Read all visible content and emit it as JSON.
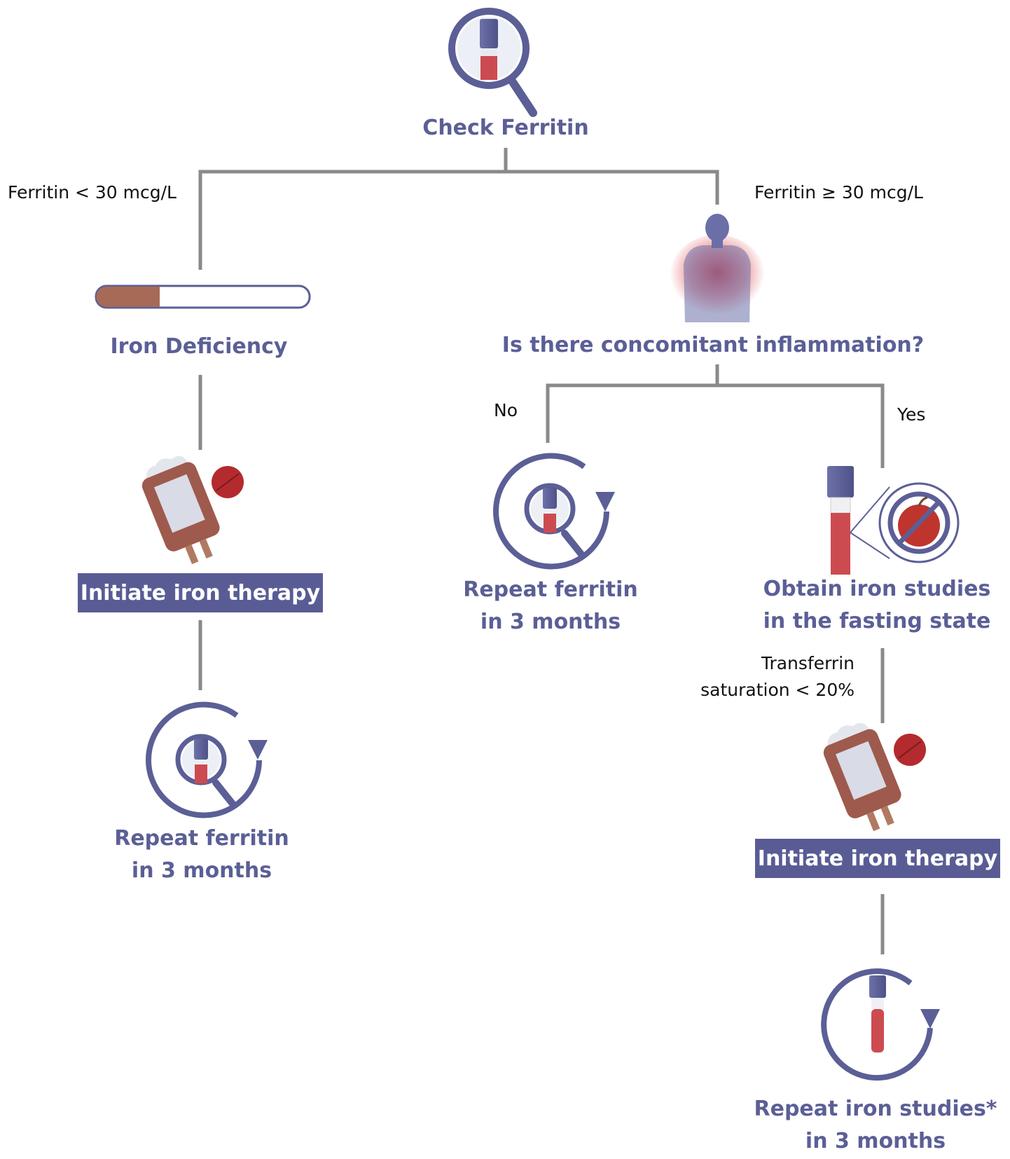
{
  "nodes": {
    "check_ferritin": "Check Ferritin",
    "iron_deficiency": "Iron Deficiency",
    "inflammation_question": "Is there concomitant inflammation?",
    "initiate_left": "Initiate iron therapy",
    "repeat_left_line1": "Repeat ferritin",
    "repeat_left_line2": "in 3 months",
    "repeat_mid_line1": "Repeat ferritin",
    "repeat_mid_line2": "in 3 months",
    "obtain_line1": "Obtain iron studies",
    "obtain_line2": "in the fasting state",
    "initiate_right": "Initiate iron therapy",
    "repeat_right_line1": "Repeat iron studies*",
    "repeat_right_line2": "in 3 months"
  },
  "edges": {
    "ferritin_low": "Ferritin < 30 mcg/L",
    "ferritin_high": "Ferritin ≥ 30 mcg/L",
    "no": "No",
    "yes": "Yes",
    "tsat_line1": "Transferrin",
    "tsat_line2": "saturation < 20%"
  },
  "colors": {
    "primary": "#5b5f96",
    "box_fill": "#595c94",
    "connector": "#8a8a8a",
    "blood": "#cc4b50",
    "bag": "#9e5a4c",
    "pill": "#b32b2e"
  },
  "icons": [
    "magnifier-blood-tube-icon",
    "iron-gauge-icon",
    "human-inflammation-icon",
    "iv-bag-pill-icon",
    "repeat-magnifier-icon",
    "blood-tube-no-food-icon",
    "repeat-tube-icon"
  ]
}
